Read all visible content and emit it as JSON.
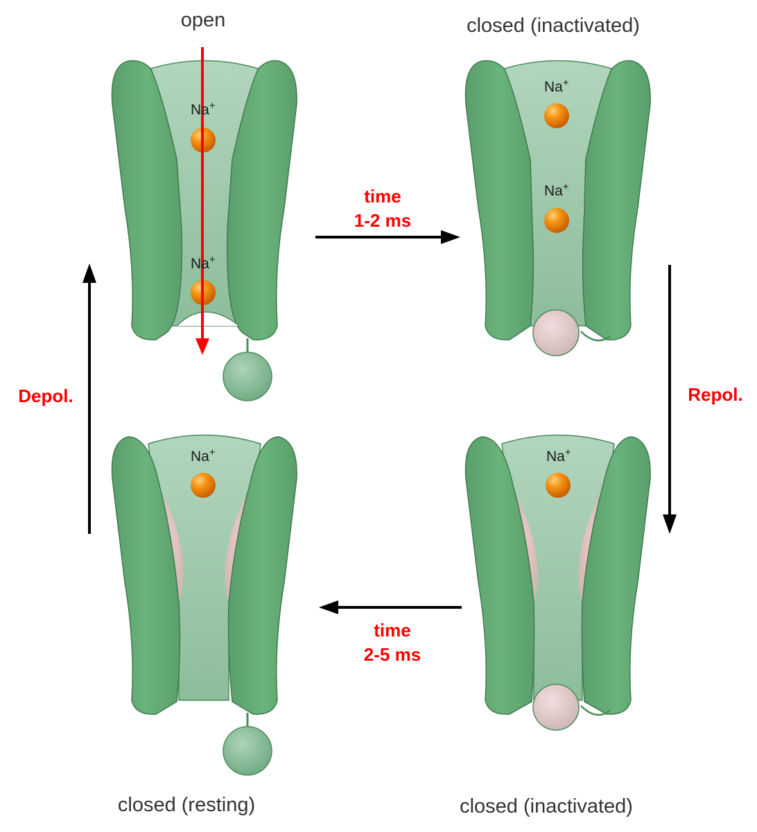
{
  "states": {
    "open": "open",
    "top_right": "closed (inactivated)",
    "bottom_left": "closed (resting)",
    "bottom_right": "closed (inactivated)"
  },
  "ion": {
    "symbol": "Na",
    "charge": "+"
  },
  "transitions": {
    "top": {
      "line1": "time",
      "line2": "1-2 ms"
    },
    "bottom": {
      "line1": "time",
      "line2": "2-5 ms"
    },
    "right": "Repol.",
    "left": "Depol."
  },
  "colors": {
    "channel_wall": "#62a874",
    "pore_fill": "#a3cdb0",
    "gate_region": "#e3c4c4",
    "ion": "#f08a10",
    "flow_arrow": "#ff0000",
    "transition_arrow": "#000000",
    "transition_label": "#ff0000"
  }
}
